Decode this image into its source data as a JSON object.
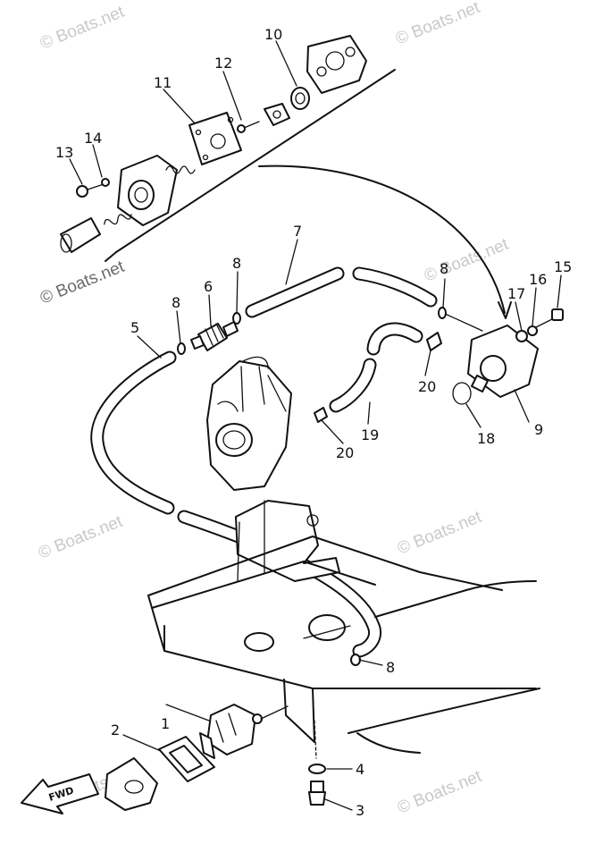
{
  "watermark": "© Boats.net",
  "direction_arrow": {
    "label": "FWD",
    "icon": "forward-arrow-icon"
  },
  "callouts": [
    "1",
    "2",
    "3",
    "4",
    "5",
    "6",
    "7",
    "8",
    "8",
    "8",
    "8",
    "9",
    "10",
    "11",
    "12",
    "13",
    "14",
    "15",
    "16",
    "17",
    "18",
    "19",
    "20",
    "20"
  ]
}
